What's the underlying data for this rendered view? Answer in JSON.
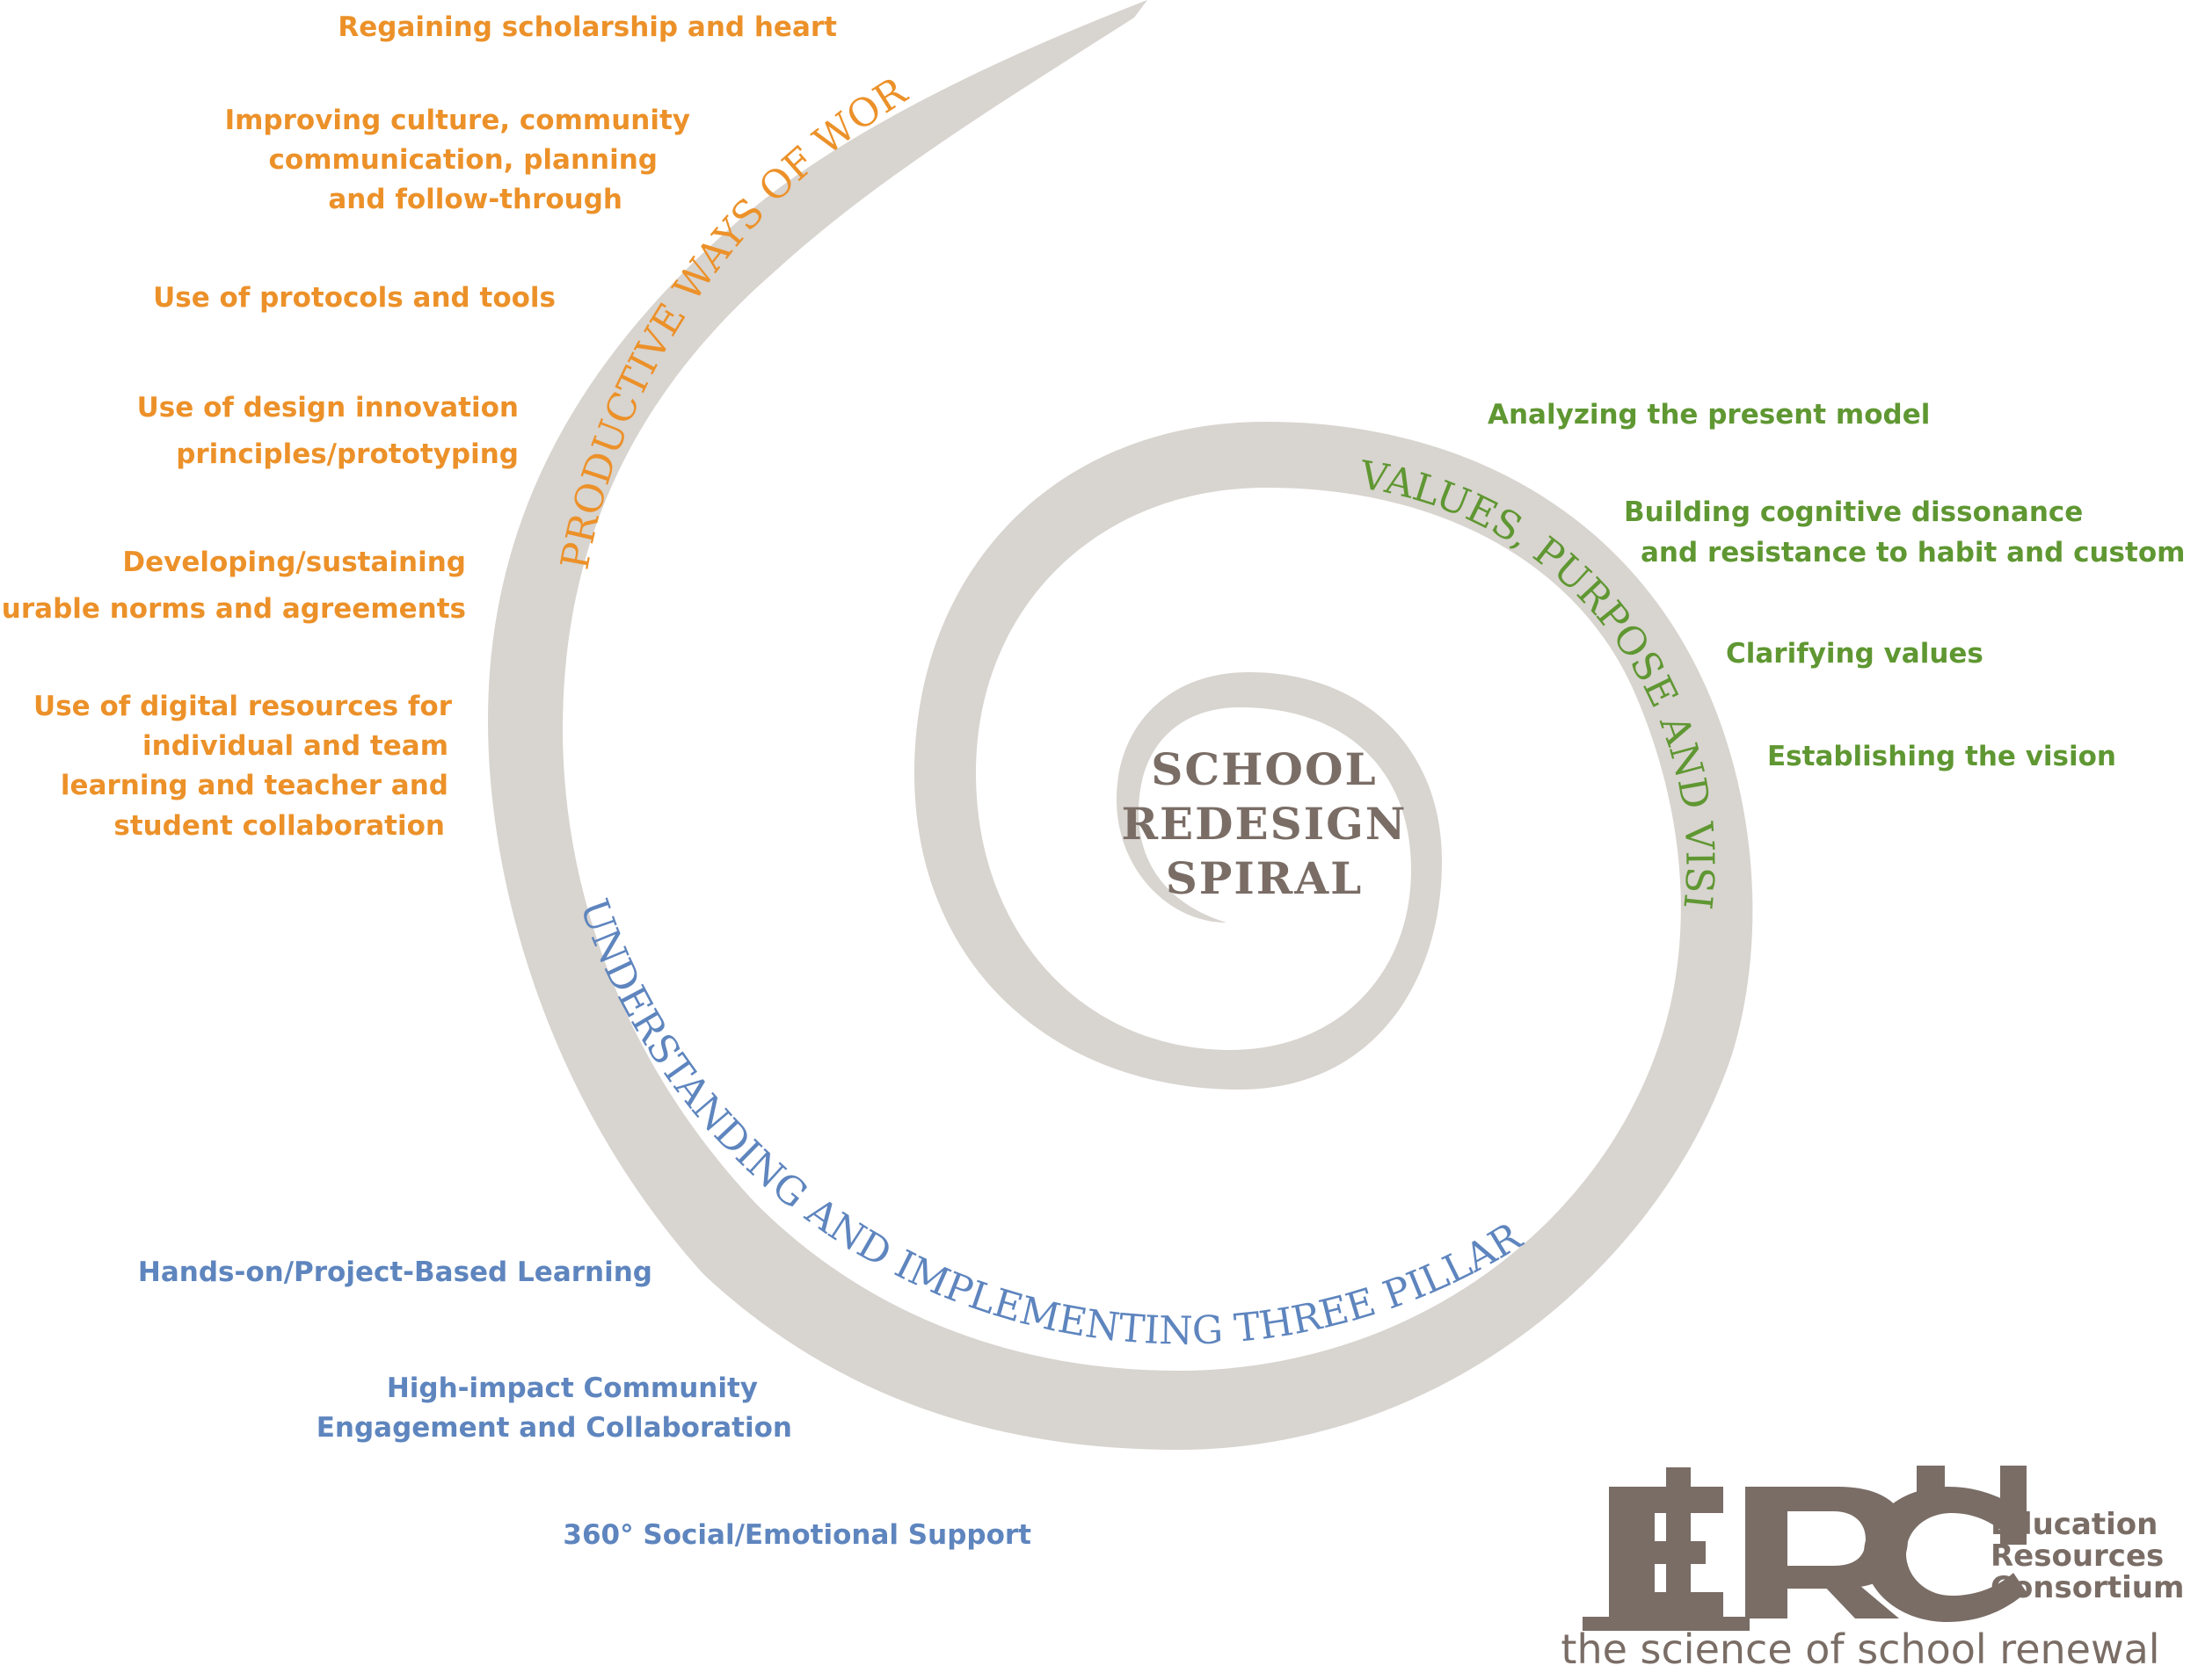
{
  "center": {
    "lines": [
      "SCHOOL",
      "REDESIGN",
      "SPIRAL"
    ]
  },
  "arcs": {
    "values": "VALUES, PURPOSE AND VISION",
    "productive": "PRODUCTIVE WAYS OF WORKING",
    "pillars": "UNDERSTANDING AND IMPLEMENTING THREE PILLAR PRINCIPLES"
  },
  "productive_items": [
    "Regaining scholarship and heart",
    "Improving culture, community",
    "communication, planning",
    "and follow-through",
    "Use of protocols and tools",
    "Use of design innovation",
    "principles/prototyping",
    "Developing/sustaining",
    "durable norms and agreements",
    "Use of digital resources for",
    "individual and team",
    "learning and teacher and",
    "student collaboration"
  ],
  "values_items": [
    "Analyzing the present model",
    "Building cognitive dissonance",
    "and resistance to habit and custom",
    "Clarifying values",
    "Establishing the vision"
  ],
  "pillar_items": [
    "Hands-on/Project-Based Learning",
    "High-impact Community",
    "Engagement and Collaboration",
    "360° Social/Emotional Support"
  ],
  "logo": {
    "letters": "ERC",
    "words": [
      "Education",
      "Resources",
      "Consortium"
    ],
    "tagline": "the science of school renewal"
  },
  "colors": {
    "spiral": "#d8d4cf",
    "orange": "#ec9129",
    "green": "#5f9732",
    "blue": "#5e85be",
    "logo": "#7a6d66"
  }
}
